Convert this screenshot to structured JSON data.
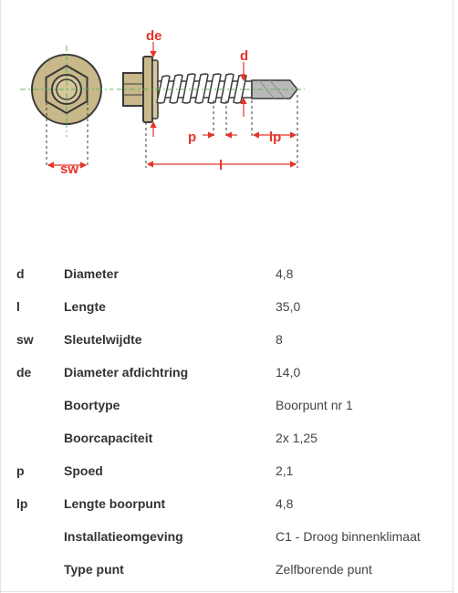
{
  "drawing": {
    "labels": {
      "de": "de",
      "d": "d",
      "sw": "sw",
      "p": "p",
      "lp": "lp",
      "l": "l"
    },
    "colors": {
      "washer": "#c8b88a",
      "outline": "#3a3a3a",
      "dimension": "#e6332a",
      "centerline": "#5ab55a",
      "thread": "#d9d9d9"
    }
  },
  "specs": [
    {
      "symbol": "d",
      "name": "Diameter",
      "value": "4,8"
    },
    {
      "symbol": "l",
      "name": "Lengte",
      "value": "35,0"
    },
    {
      "symbol": "sw",
      "name": "Sleutelwijdte",
      "value": "8"
    },
    {
      "symbol": "de",
      "name": "Diameter afdichtring",
      "value": "14,0"
    },
    {
      "symbol": "",
      "name": "Boortype",
      "value": "Boorpunt nr 1"
    },
    {
      "symbol": "",
      "name": "Boorcapaciteit",
      "value": "2x 1,25"
    },
    {
      "symbol": "p",
      "name": "Spoed",
      "value": "2,1"
    },
    {
      "symbol": "lp",
      "name": "Lengte boorpunt",
      "value": "4,8"
    },
    {
      "symbol": "",
      "name": "Installatieomgeving",
      "value": "C1 - Droog binnenklimaat"
    },
    {
      "symbol": "",
      "name": "Type punt",
      "value": "Zelfborende punt"
    }
  ]
}
